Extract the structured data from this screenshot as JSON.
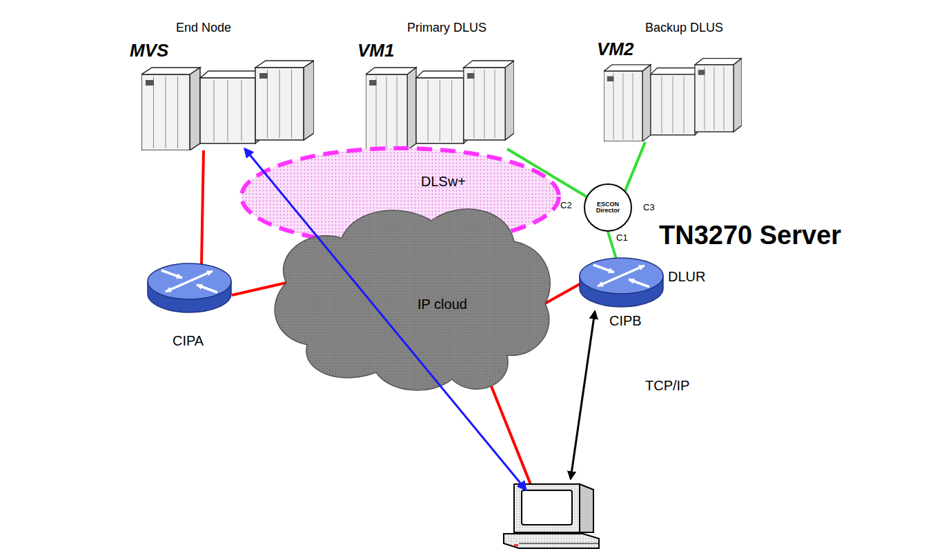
{
  "diagram": {
    "nodes": [
      {
        "text": [
          "End Node",
          "MVS"
        ]
      },
      {
        "text": [
          "Primary DLUS",
          "VM1"
        ]
      },
      {
        "text": [
          "Backup DLUS",
          "VM2"
        ]
      },
      {
        "text": [
          "DLSw+"
        ]
      },
      {
        "text": [
          "ESCON Director"
        ]
      },
      {
        "text": [
          "CIPA"
        ]
      },
      {
        "text": [
          "DLUR",
          "CIPB"
        ]
      },
      {
        "text": [
          "IP cloud"
        ]
      }
    ],
    "edges": [
      {
        "from": 0,
        "to": 5,
        "arrow": "none"
      },
      {
        "from": 5,
        "to": 7,
        "arrow": "none"
      },
      {
        "from": 6,
        "to": 7,
        "arrow": "none"
      },
      {
        "from": 1,
        "to": 4,
        "arrow": "none"
      },
      {
        "from": 2,
        "to": 4,
        "arrow": "none"
      },
      {
        "from": 4,
        "to": 6,
        "arrow": "none"
      }
    ],
    "labels": [
      "C2",
      "C3",
      "TN3270 Server",
      "C1",
      "TCP/IP"
    ]
  }
}
